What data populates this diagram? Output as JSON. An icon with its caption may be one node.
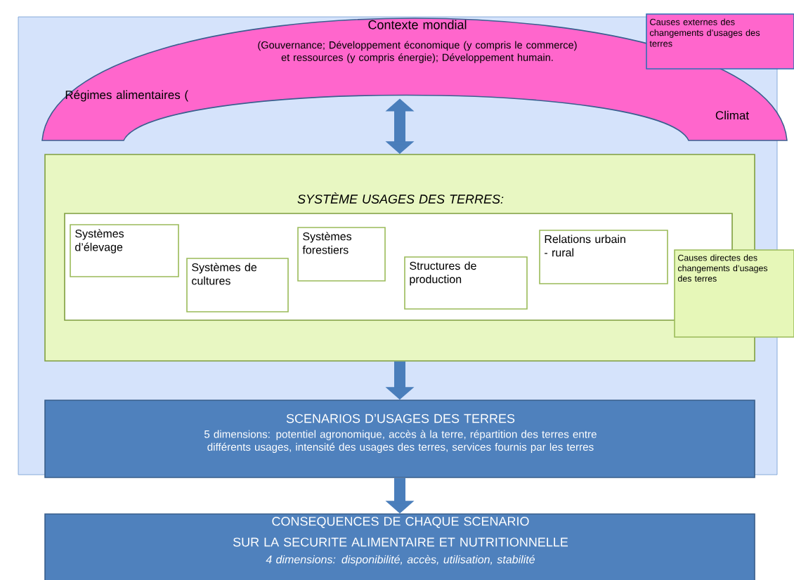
{
  "diagram": {
    "nodes": [
      {
        "text": [
          "Contexte mondial",
          "(Gouvernance; Développement économique (y compris le commerce) et ressources (y compris énergie); Développement humain.",
          "Régimes alimentaires (",
          "Climat"
        ]
      },
      {
        "text": [
          "Causes externes des changements d’usages des terres"
        ]
      },
      {
        "text": [
          "SYSTÈME USAGES DES TERRES:"
        ]
      },
      {
        "text": [],
        "shape": "box",
        "in": 2
      },
      {
        "text": [
          "Systèmes d’élevage"
        ],
        "in": 3
      },
      {
        "text": [
          "Systèmes de cultures"
        ],
        "in": 3
      },
      {
        "text": [
          "Systèmes forestiers"
        ],
        "in": 3
      },
      {
        "text": [
          "Structures de production"
        ],
        "in": 3
      },
      {
        "text": [
          "Relations urbain - rural"
        ],
        "in": 3
      },
      {
        "text": [
          "Causes directes des changements d’usages des terres"
        ]
      },
      {
        "text": [
          "SCENARIOS D’USAGES DES TERRES",
          "5 dimensions: potentiel agronomique, accès à la terre, répartition des terres entre différents usages, intensité des usages des terres, services fournis par les terres"
        ]
      },
      {
        "text": [
          "CONSEQUENCES DE CHAQUE SCENARIO",
          "SUR LA SECURITE ALIMENTAIRE ET NUTRITIONNELLE",
          "4 dimensions: disponibilité, accès, utilisation, stabilité"
        ]
      }
    ],
    "edges": [
      {
        "from": 0,
        "to": 2,
        "arrow": "both"
      },
      {
        "from": 2,
        "to": 10,
        "arrow": "to"
      },
      {
        "from": 10,
        "to": 11,
        "arrow": "to"
      }
    ]
  }
}
